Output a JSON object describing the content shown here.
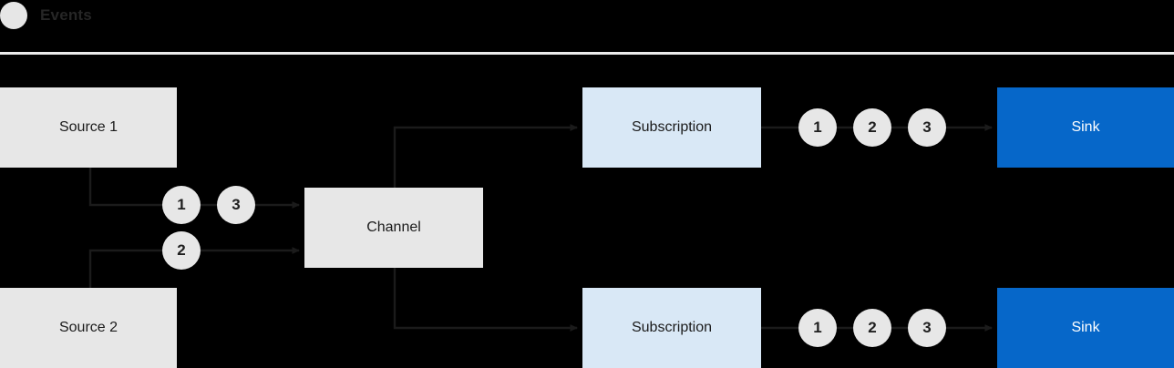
{
  "legend": {
    "icon": "event-dot-icon",
    "label": "Events"
  },
  "diagram": {
    "type": "flow",
    "nodes": {
      "source_1": {
        "label": "Source 1",
        "color": "#e7e7e7"
      },
      "source_2": {
        "label": "Source 2",
        "color": "#e7e7e7"
      },
      "channel": {
        "label": "Channel",
        "color": "#e7e7e7"
      },
      "subscription_1": {
        "label": "Subscription",
        "color": "#d9e8f6"
      },
      "subscription_2": {
        "label": "Subscription",
        "color": "#d9e8f6"
      },
      "sink_1": {
        "label": "Sink",
        "color": "#0667c9"
      },
      "sink_2": {
        "label": "Sink",
        "color": "#0667c9"
      }
    },
    "tokens": {
      "source1_to_channel": [
        "1",
        "3"
      ],
      "source2_to_channel": [
        "2"
      ],
      "subscription1_to_sink1": [
        "1",
        "2",
        "3"
      ],
      "subscription2_to_sink2": [
        "1",
        "2",
        "3"
      ]
    },
    "edges": [
      {
        "from": "source_1",
        "to": "channel"
      },
      {
        "from": "source_2",
        "to": "channel"
      },
      {
        "from": "channel",
        "to": "subscription_1"
      },
      {
        "from": "channel",
        "to": "subscription_2"
      },
      {
        "from": "subscription_1",
        "to": "sink_1"
      },
      {
        "from": "subscription_2",
        "to": "sink_2"
      }
    ]
  },
  "colors": {
    "background": "#000000",
    "grey_node": "#e7e7e7",
    "light_blue_node": "#d9e8f6",
    "blue_node": "#0667c9",
    "wire": "#1b1b1b",
    "divider": "#ececec"
  }
}
